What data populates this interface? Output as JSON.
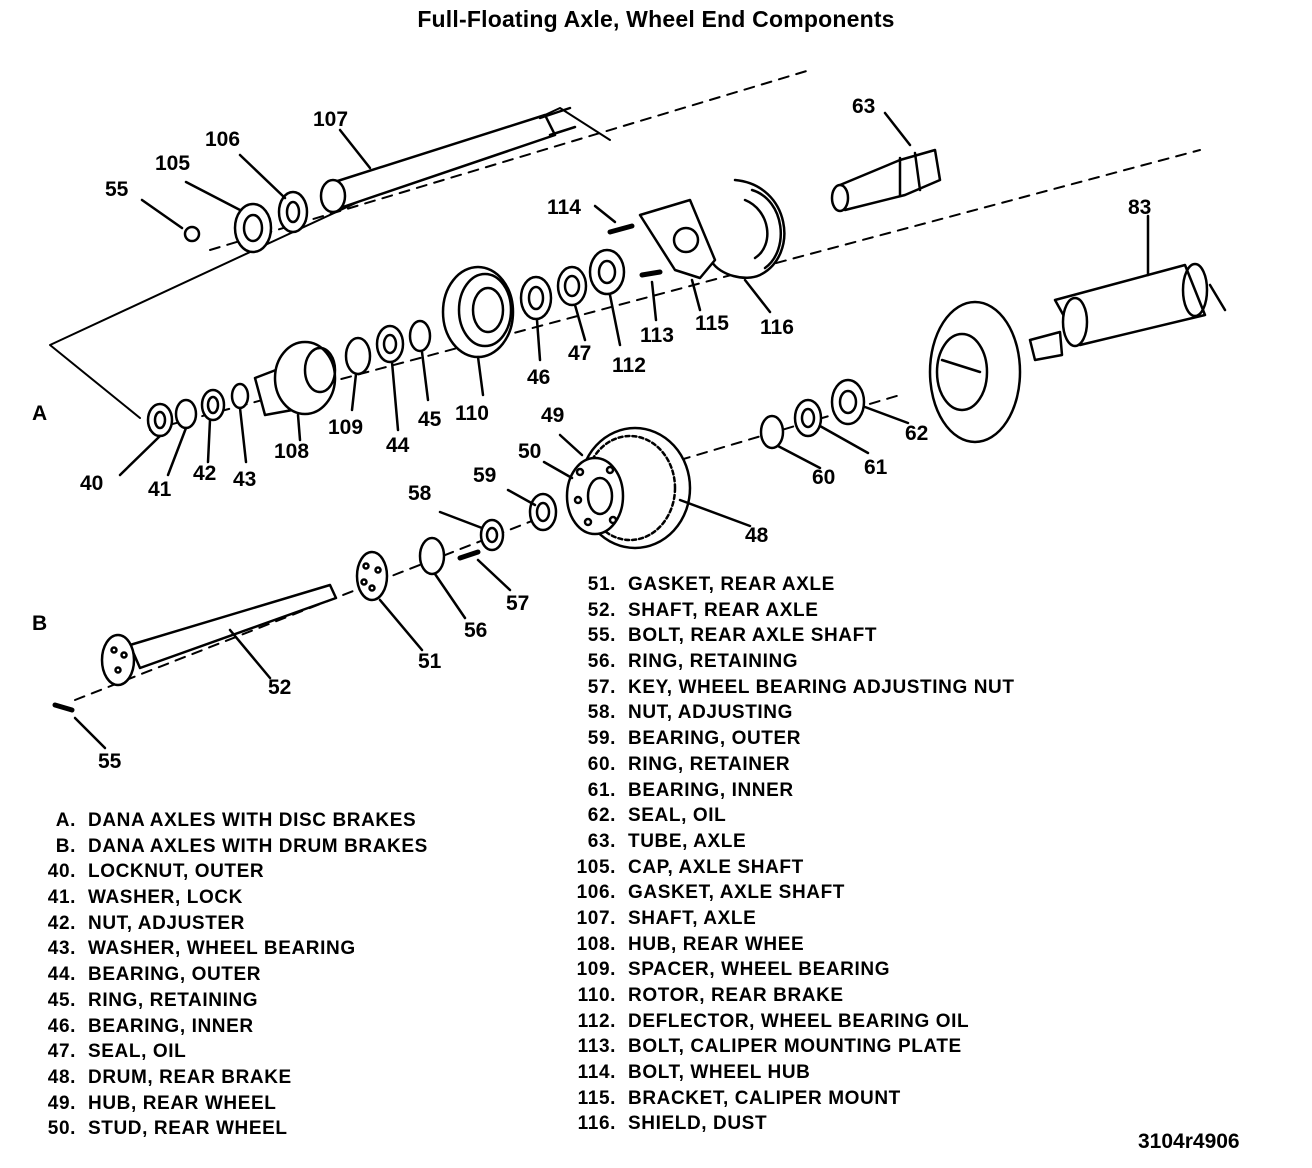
{
  "title": "Full-Floating Axle, Wheel End Components",
  "figure_id": "3104r4906",
  "section_labels": [
    {
      "key": "A"
    },
    {
      "key": "B"
    }
  ],
  "callouts": [
    {
      "id": "55"
    },
    {
      "id": "105"
    },
    {
      "id": "106"
    },
    {
      "id": "107"
    },
    {
      "id": "63"
    },
    {
      "id": "114"
    },
    {
      "id": "83"
    },
    {
      "id": "115"
    },
    {
      "id": "116"
    },
    {
      "id": "113"
    },
    {
      "id": "112"
    },
    {
      "id": "47"
    },
    {
      "id": "46"
    },
    {
      "id": "110"
    },
    {
      "id": "45"
    },
    {
      "id": "44"
    },
    {
      "id": "109"
    },
    {
      "id": "108"
    },
    {
      "id": "43"
    },
    {
      "id": "42"
    },
    {
      "id": "41"
    },
    {
      "id": "40"
    },
    {
      "id": "49"
    },
    {
      "id": "50"
    },
    {
      "id": "62"
    },
    {
      "id": "61"
    },
    {
      "id": "60"
    },
    {
      "id": "59"
    },
    {
      "id": "58"
    },
    {
      "id": "48"
    },
    {
      "id": "57"
    },
    {
      "id": "56"
    },
    {
      "id": "51"
    },
    {
      "id": "52"
    },
    {
      "id": "55"
    }
  ],
  "legend_left": [
    {
      "key": "A.",
      "text": "DANA AXLES WITH DISC BRAKES"
    },
    {
      "key": "B.",
      "text": "DANA AXLES WITH DRUM BRAKES"
    },
    {
      "key": "40.",
      "text": "LOCKNUT, OUTER"
    },
    {
      "key": "41.",
      "text": "WASHER, LOCK"
    },
    {
      "key": "42.",
      "text": "NUT, ADJUSTER"
    },
    {
      "key": "43.",
      "text": "WASHER, WHEEL BEARING"
    },
    {
      "key": "44.",
      "text": "BEARING, OUTER"
    },
    {
      "key": "45.",
      "text": "RING, RETAINING"
    },
    {
      "key": "46.",
      "text": "BEARING, INNER"
    },
    {
      "key": "47.",
      "text": "SEAL, OIL"
    },
    {
      "key": "48.",
      "text": "DRUM, REAR BRAKE"
    },
    {
      "key": "49.",
      "text": "HUB, REAR WHEEL"
    },
    {
      "key": "50.",
      "text": "STUD, REAR WHEEL"
    }
  ],
  "legend_right": [
    {
      "key": "51.",
      "text": "GASKET, REAR AXLE"
    },
    {
      "key": "52.",
      "text": "SHAFT, REAR AXLE"
    },
    {
      "key": "55.",
      "text": "BOLT, REAR AXLE SHAFT"
    },
    {
      "key": "56.",
      "text": "RING, RETAINING"
    },
    {
      "key": "57.",
      "text": "KEY, WHEEL BEARING ADJUSTING NUT"
    },
    {
      "key": "58.",
      "text": "NUT, ADJUSTING"
    },
    {
      "key": "59.",
      "text": "BEARING, OUTER"
    },
    {
      "key": "60.",
      "text": "RING, RETAINER"
    },
    {
      "key": "61.",
      "text": "BEARING, INNER"
    },
    {
      "key": "62.",
      "text": "SEAL, OIL"
    },
    {
      "key": "63.",
      "text": "TUBE, AXLE"
    },
    {
      "key": "105.",
      "text": "CAP, AXLE SHAFT"
    },
    {
      "key": "106.",
      "text": "GASKET, AXLE SHAFT"
    },
    {
      "key": "107.",
      "text": "SHAFT, AXLE"
    },
    {
      "key": "108.",
      "text": "HUB, REAR WHEE"
    },
    {
      "key": "109.",
      "text": "SPACER, WHEEL BEARING"
    },
    {
      "key": "110.",
      "text": "ROTOR, REAR BRAKE"
    },
    {
      "key": "112.",
      "text": "DEFLECTOR, WHEEL BEARING OIL"
    },
    {
      "key": "113.",
      "text": "BOLT, CALIPER MOUNTING PLATE"
    },
    {
      "key": "114.",
      "text": "BOLT, WHEEL HUB"
    },
    {
      "key": "115.",
      "text": "BRACKET, CALIPER MOUNT"
    },
    {
      "key": "116.",
      "text": "SHIELD, DUST"
    }
  ]
}
